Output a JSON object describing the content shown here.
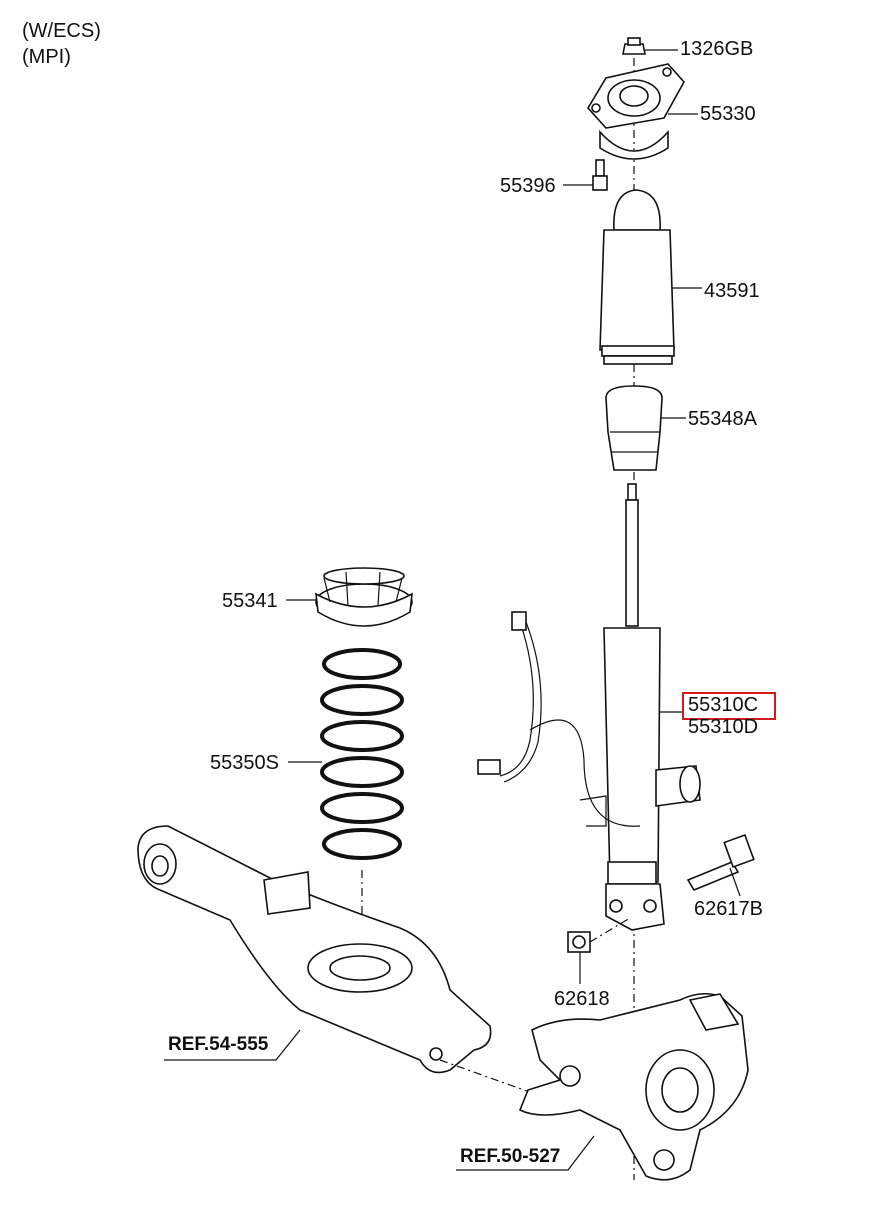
{
  "header": {
    "line1": "(W/ECS)",
    "line2": "(MPI)"
  },
  "parts": [
    {
      "id": "p1326gb",
      "label": "1326GB"
    },
    {
      "id": "p55330",
      "label": "55330"
    },
    {
      "id": "p55396",
      "label": "55396"
    },
    {
      "id": "p43591",
      "label": "43591"
    },
    {
      "id": "p55348a",
      "label": "55348A"
    },
    {
      "id": "p55341",
      "label": "55341"
    },
    {
      "id": "p55310c",
      "label": "55310C",
      "highlighted": true
    },
    {
      "id": "p55310d",
      "label": "55310D"
    },
    {
      "id": "p55350s",
      "label": "55350S"
    },
    {
      "id": "p62617b",
      "label": "62617B"
    },
    {
      "id": "p62618",
      "label": "62618"
    }
  ],
  "refs": [
    {
      "id": "ref1",
      "label": "REF.54-555"
    },
    {
      "id": "ref2",
      "label": "REF.50-527"
    }
  ],
  "colors": {
    "highlight": "#d11a1a",
    "line": "#111111"
  }
}
